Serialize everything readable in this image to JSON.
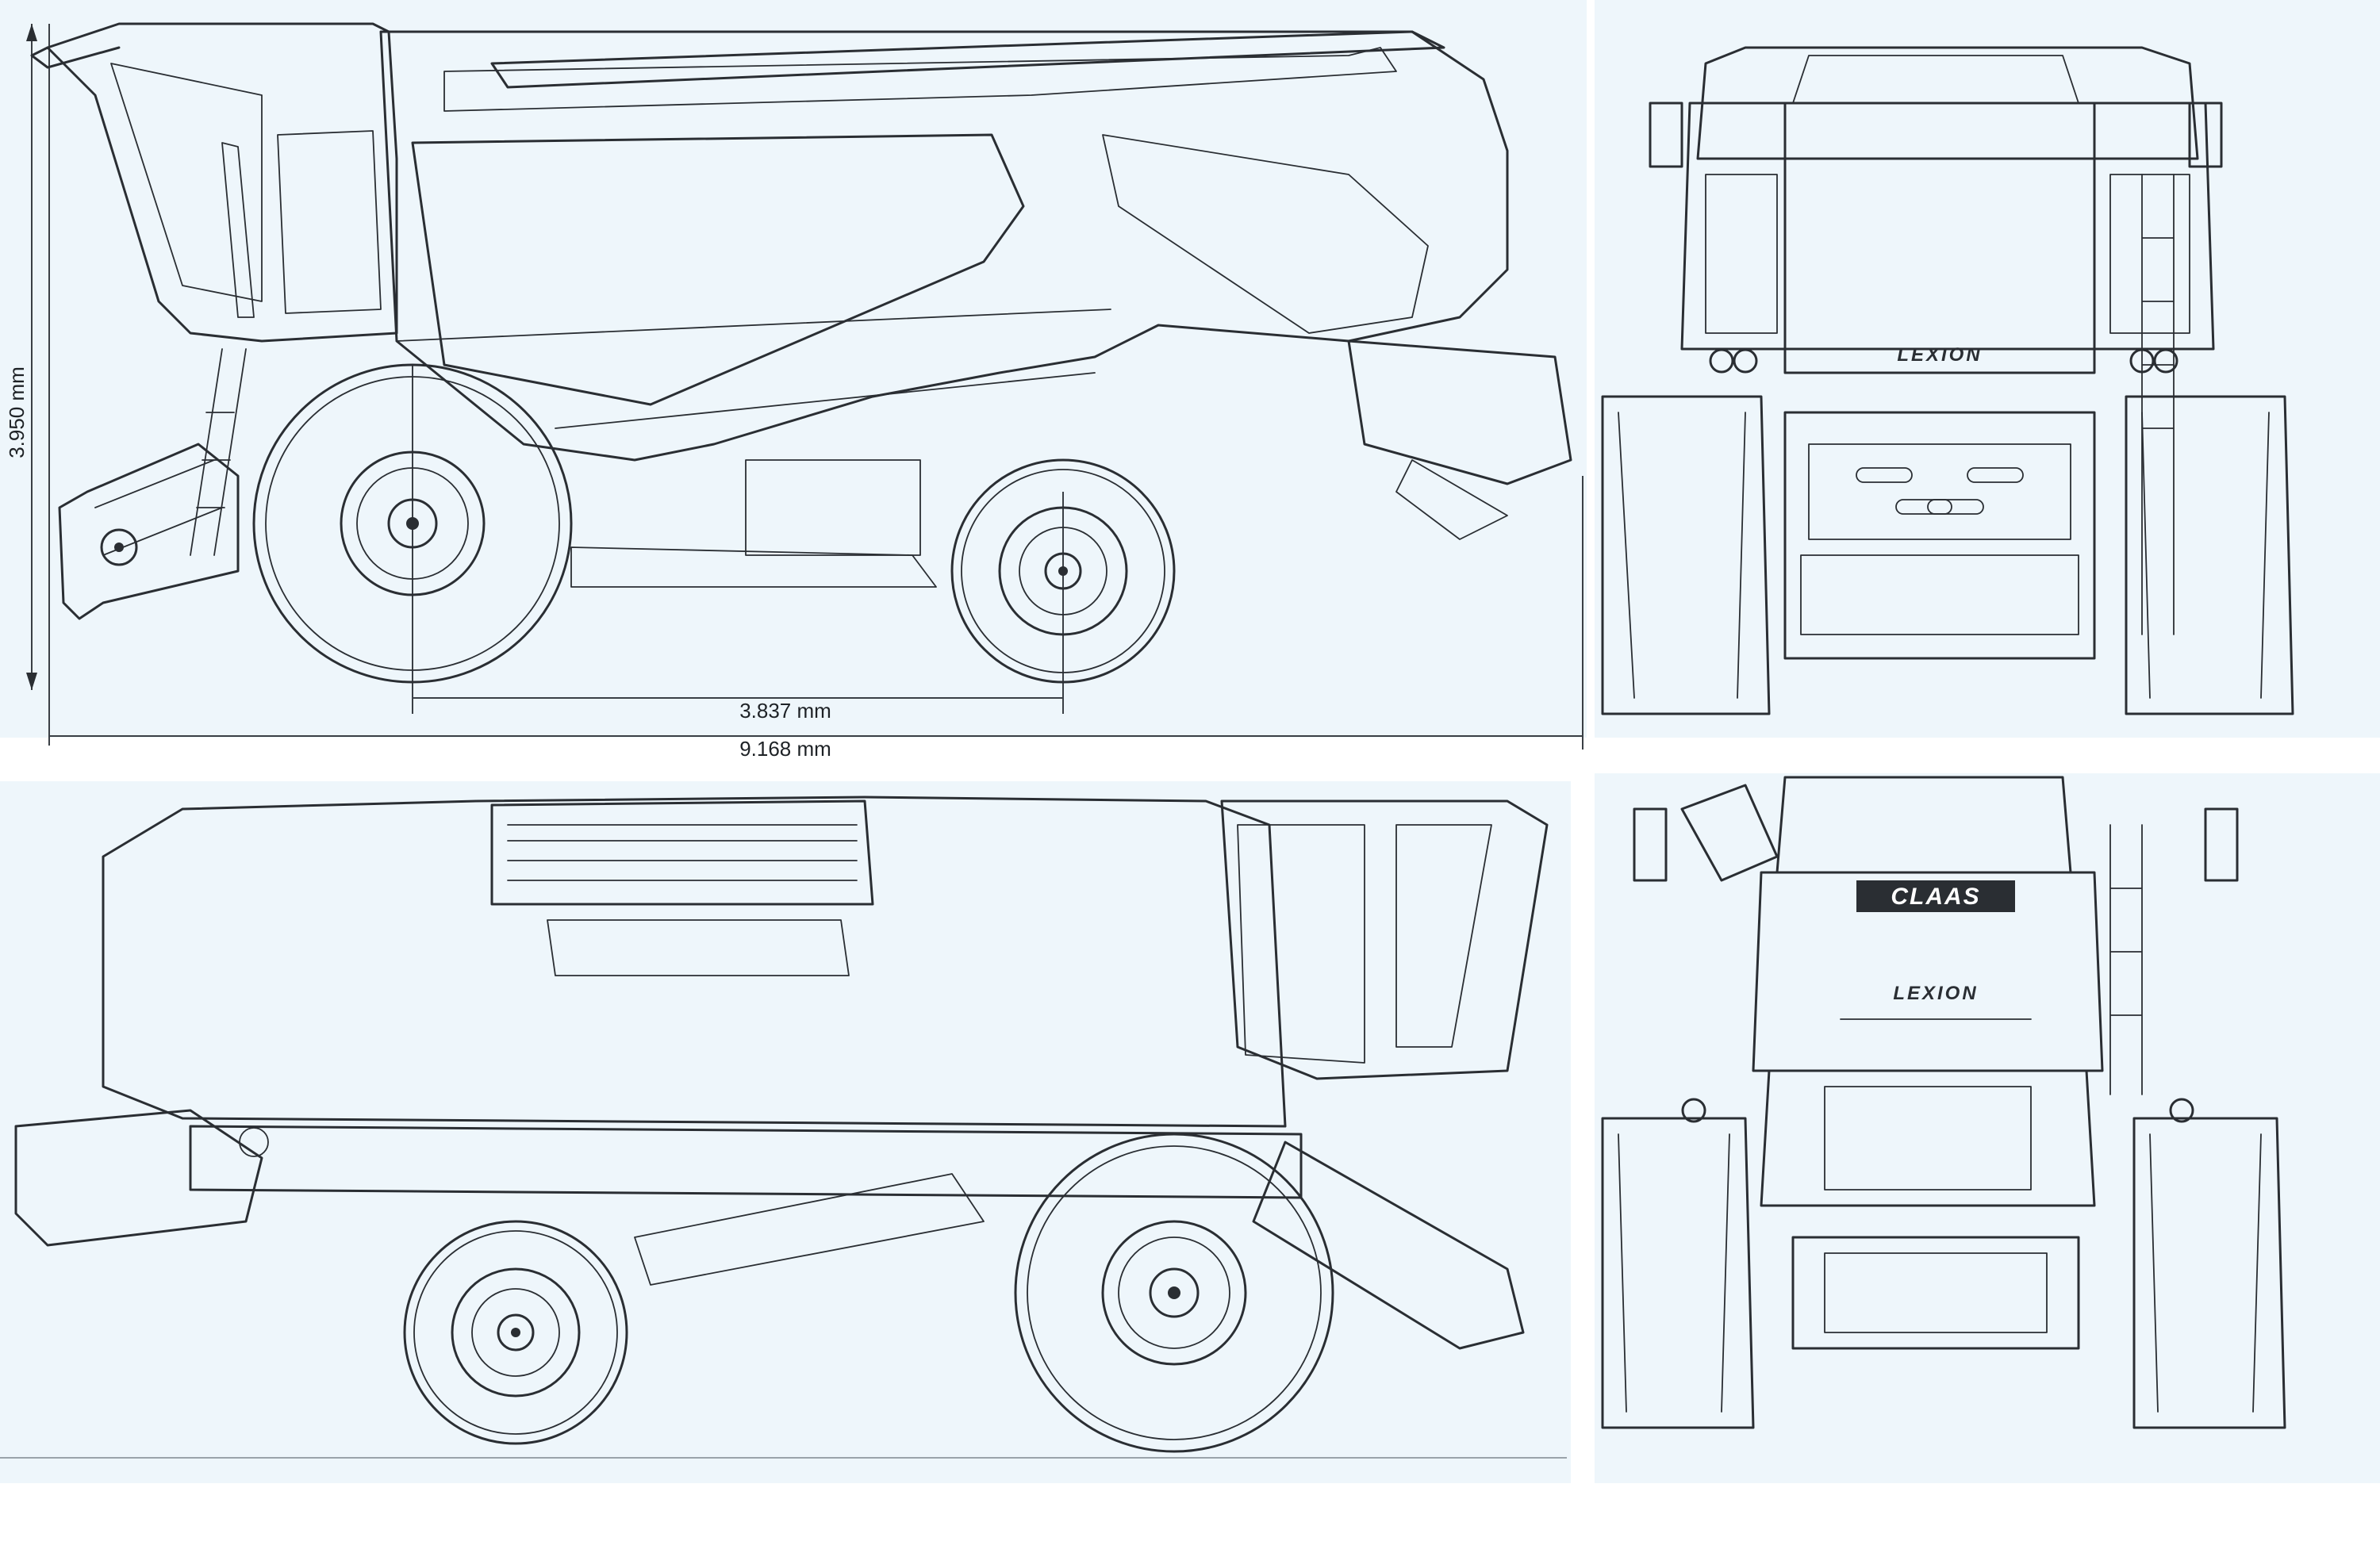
{
  "dimensions": {
    "height_label": "3.950 mm",
    "wheelbase_label": "3.837 mm",
    "length_label": "9.168 mm"
  },
  "branding": {
    "model_rear_top": "LEXION",
    "model_front_bottom": "LEXION",
    "maker_front_bottom": "CLAAS"
  },
  "colors": {
    "line": "#2a2e33",
    "background_tint": "#eef6fb",
    "paper": "#ffffff"
  }
}
